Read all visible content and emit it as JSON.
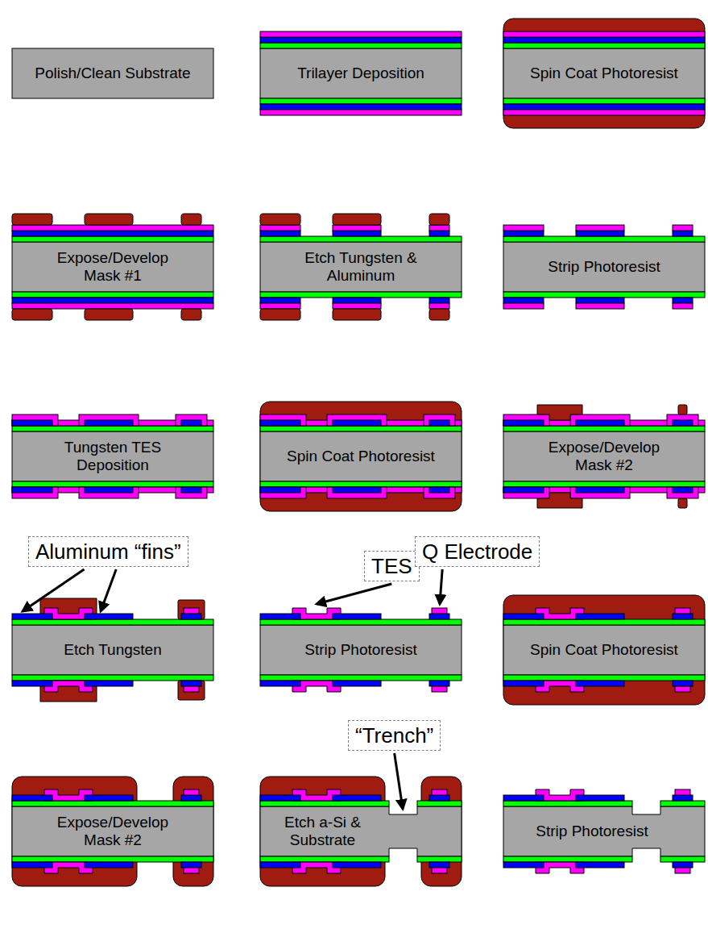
{
  "diagram": {
    "nodes": [
      {
        "text": [
          "Polish/Clean Substrate"
        ]
      },
      {
        "text": [
          "Trilayer Deposition"
        ]
      },
      {
        "text": [
          "Spin Coat Photoresist"
        ]
      },
      {
        "text": [
          "Expose/Develop Mask #1"
        ]
      },
      {
        "text": [
          "Etch Tungsten & Aluminum"
        ]
      },
      {
        "text": [
          "Strip Photoresist"
        ]
      },
      {
        "text": [
          "Tungsten TES Deposition"
        ]
      },
      {
        "text": [
          "Spin Coat Photoresist"
        ]
      },
      {
        "text": [
          "Expose/Develop Mask #2"
        ]
      },
      {
        "text": [
          "Aluminum “fins”"
        ]
      },
      {
        "text": [
          "TES"
        ]
      },
      {
        "text": [
          "Q Electrode"
        ]
      },
      {
        "text": [
          "Etch Tungsten"
        ]
      },
      {
        "text": [
          "Strip Photoresist"
        ]
      },
      {
        "text": [
          "Spin Coat Photoresist"
        ]
      },
      {
        "text": [
          "“Trench”"
        ]
      },
      {
        "text": [
          "Expose/Develop Mask #2"
        ]
      },
      {
        "text": [
          "Etch a-Si & Substrate"
        ]
      },
      {
        "text": [
          "Strip Photoresist"
        ]
      }
    ]
  }
}
